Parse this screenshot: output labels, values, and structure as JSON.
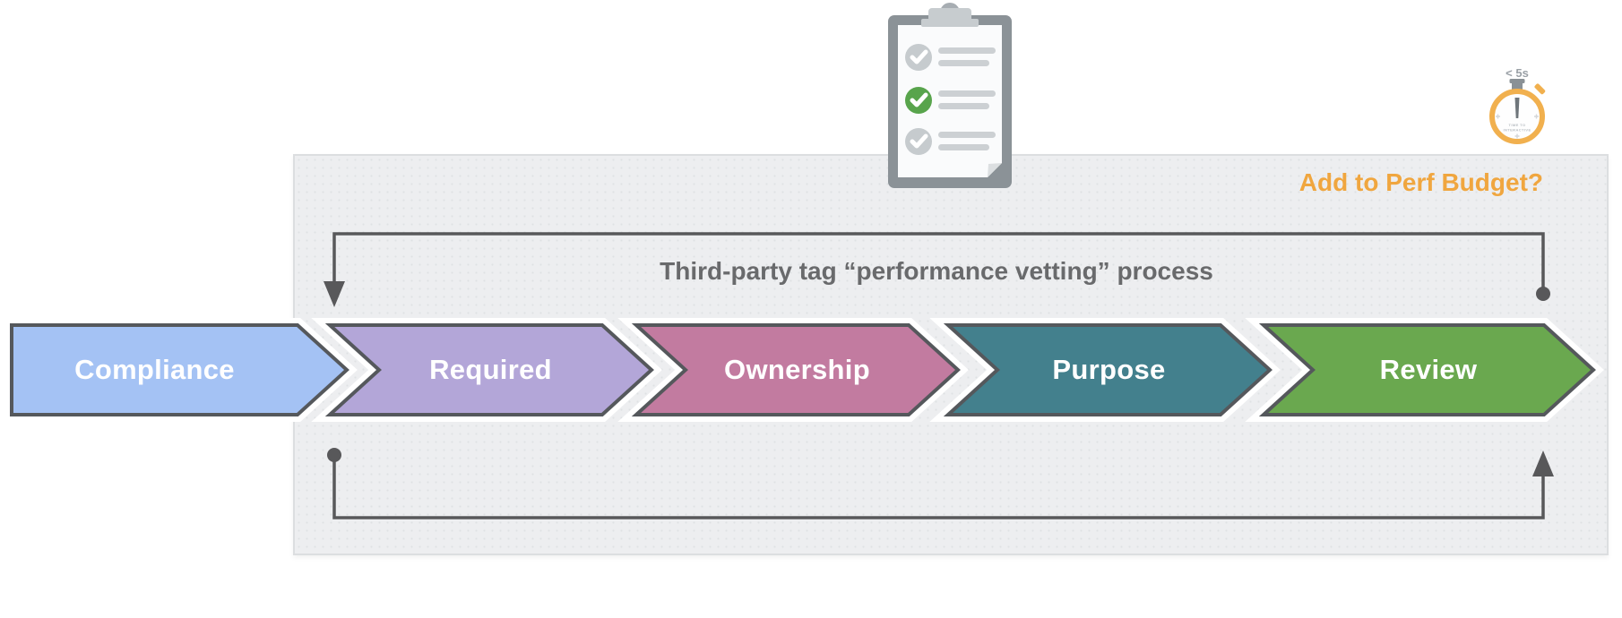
{
  "diagram": {
    "title": "Third-party tag “performance vetting” process",
    "perf_budget_question": "Add to Perf Budget?",
    "steps": [
      {
        "label": "Compliance",
        "color": "#a4c2f4"
      },
      {
        "label": "Required",
        "color": "#b3a6d8"
      },
      {
        "label": "Ownership",
        "color": "#c27ba0"
      },
      {
        "label": "Purpose",
        "color": "#43808d"
      },
      {
        "label": "Review",
        "color": "#6aa84f"
      }
    ],
    "colors": {
      "step_border": "#55585c",
      "flow_line": "#58585a",
      "panel_background": "#edeef0",
      "panel_border": "#dcdee0",
      "accent_orange": "#f0a63f"
    }
  },
  "stopwatch": {
    "time_label": "< 5s",
    "dial_label_line1": "TIME TO",
    "dial_label_line2": "INTERACTIVE",
    "ring_color": "#f1b04e"
  },
  "clipboard": {
    "item_states": [
      "unchecked",
      "checked",
      "unchecked"
    ],
    "item_fills": [
      "#c6cbce",
      "#58a44c",
      "#c6cbce"
    ]
  }
}
